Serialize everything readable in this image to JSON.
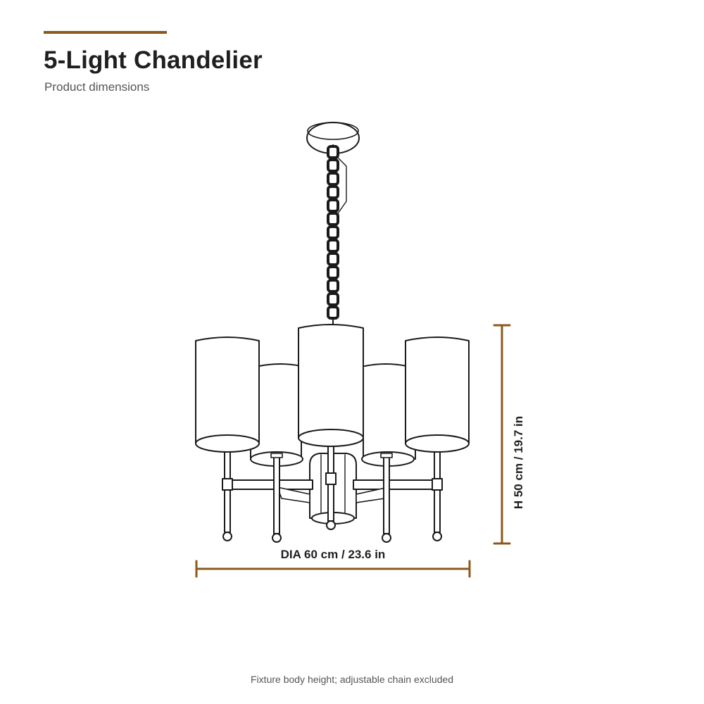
{
  "header": {
    "title": "5-Light Chandelier",
    "subtitle": "Product dimensions"
  },
  "dimensions": {
    "diameter_label": "DIA 60 cm / 23.6 in",
    "height_label": "H 50 cm / 19.7 in"
  },
  "footnote": "Fixture body height; adjustable chain excluded",
  "colors": {
    "accent": "#8B5A1B",
    "line": "#1a1a1a",
    "text": "#1f1f1f",
    "muted": "#555555"
  }
}
